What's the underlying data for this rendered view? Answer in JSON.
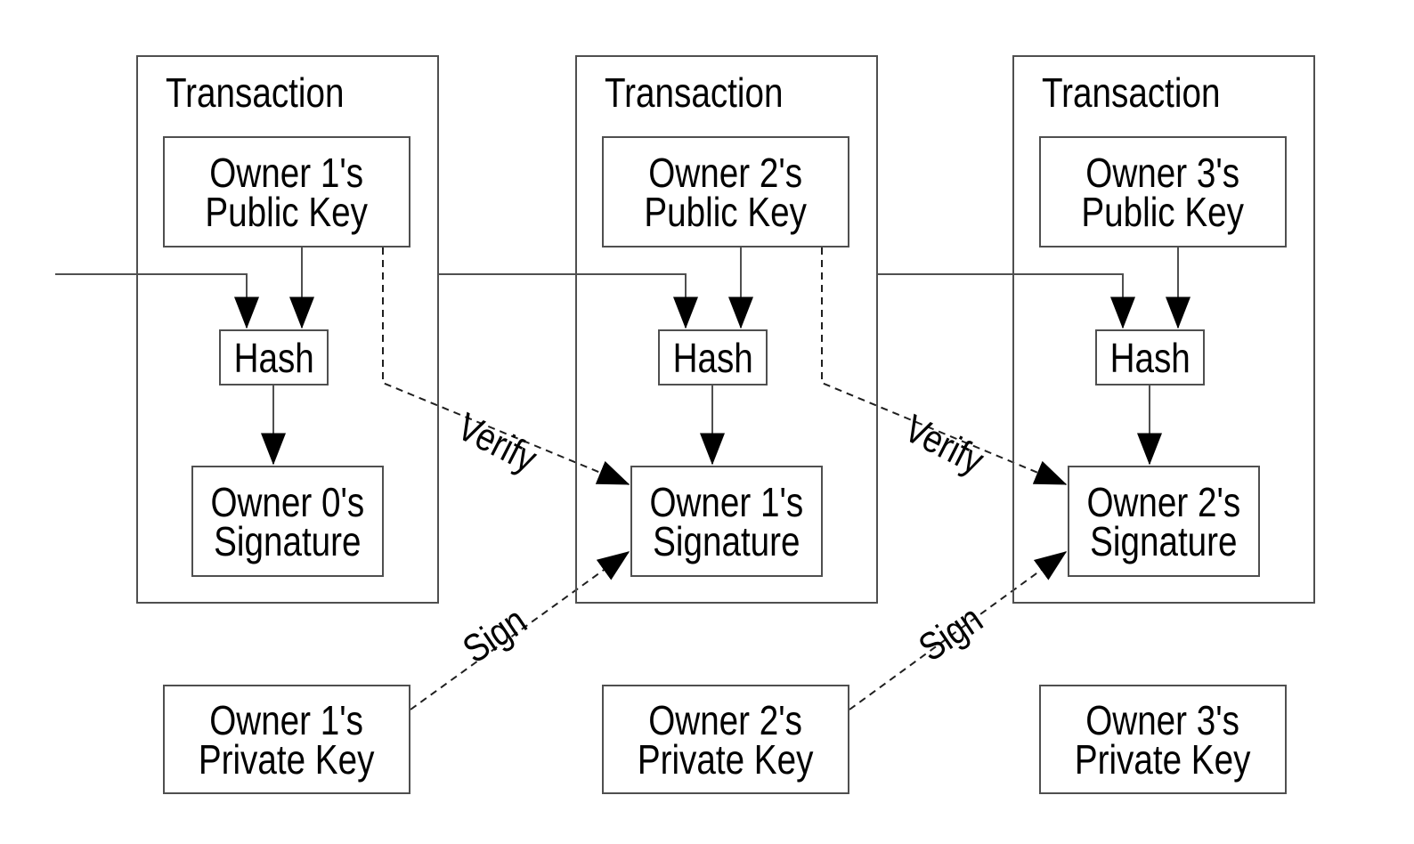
{
  "transactions": [
    {
      "title": "Transaction",
      "public_key": {
        "line1": "Owner 1's",
        "line2": "Public Key"
      },
      "hash": "Hash",
      "signature": {
        "line1": "Owner 0's",
        "line2": "Signature"
      }
    },
    {
      "title": "Transaction",
      "public_key": {
        "line1": "Owner 2's",
        "line2": "Public Key"
      },
      "hash": "Hash",
      "signature": {
        "line1": "Owner 1's",
        "line2": "Signature"
      }
    },
    {
      "title": "Transaction",
      "public_key": {
        "line1": "Owner 3's",
        "line2": "Public Key"
      },
      "hash": "Hash",
      "signature": {
        "line1": "Owner 2's",
        "line2": "Signature"
      }
    }
  ],
  "private_keys": [
    {
      "line1": "Owner 1's",
      "line2": "Private Key"
    },
    {
      "line1": "Owner 2's",
      "line2": "Private Key"
    },
    {
      "line1": "Owner 3's",
      "line2": "Private Key"
    }
  ],
  "edge_labels": {
    "verify": "Verify",
    "sign": "Sign"
  },
  "colors": {
    "background": "#ffffff",
    "box_border": "#4f4f4f",
    "solid_line": "#4f4f4f",
    "dashed_line": "#1f1f1f",
    "arrowhead": "#000000",
    "text": "#000000"
  }
}
